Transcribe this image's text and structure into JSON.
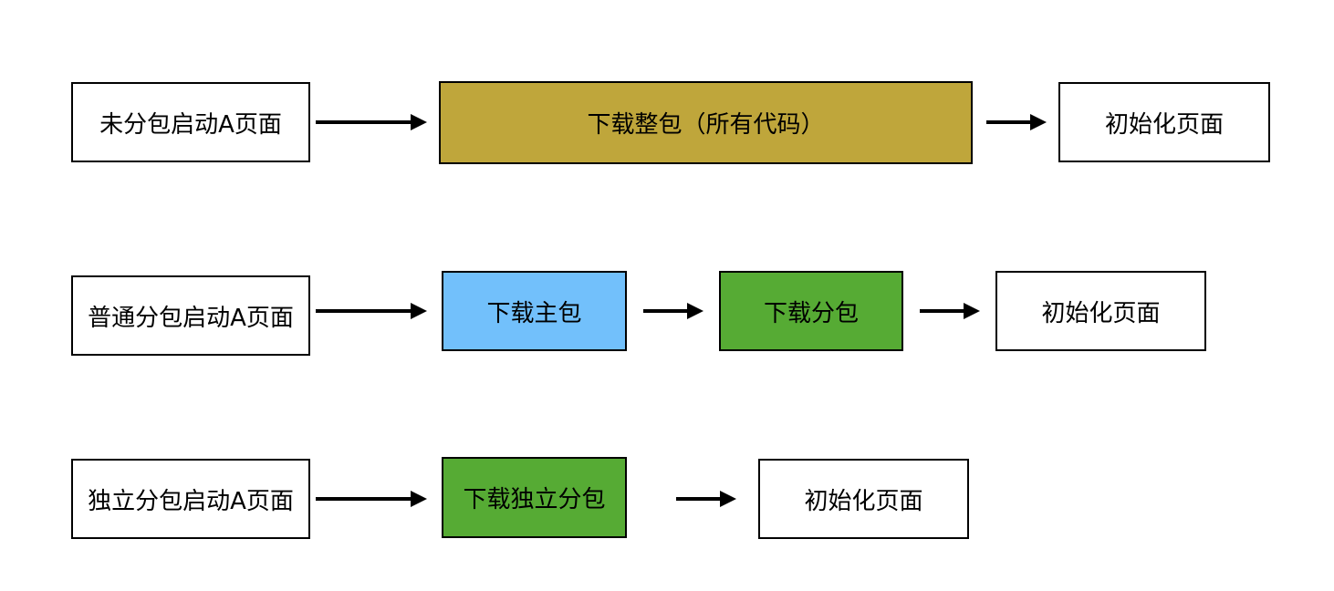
{
  "colors": {
    "whole_package": "#bfa63b",
    "main_package": "#72c0fb",
    "sub_package": "#56ab34",
    "plain": "#ffffff",
    "border": "#000000"
  },
  "rows": [
    {
      "start": "未分包启动A页面",
      "steps": [
        "下载整包（所有代码）"
      ],
      "end": "初始化页面"
    },
    {
      "start": "普通分包启动A页面",
      "steps": [
        "下载主包",
        "下载分包"
      ],
      "end": "初始化页面"
    },
    {
      "start": "独立分包启动A页面",
      "steps": [
        "下载独立分包"
      ],
      "end": "初始化页面"
    }
  ]
}
